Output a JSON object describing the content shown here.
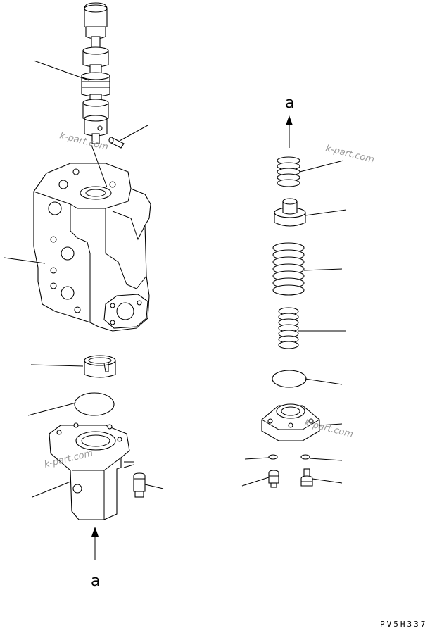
{
  "labels": {
    "arrow_top": "a",
    "arrow_bottom": "a"
  },
  "drawing_code": "PV5H337",
  "watermark": "k-part.com",
  "parts": [
    "spool-assembly",
    "pin",
    "valve-body",
    "bushing",
    "o-ring-left",
    "cover",
    "bolt-left",
    "spring-1",
    "spring-seat",
    "spring-2",
    "spring-3",
    "o-ring-right",
    "retainer",
    "washer-left",
    "washer-right",
    "bolt-right-1",
    "bolt-right-2"
  ]
}
